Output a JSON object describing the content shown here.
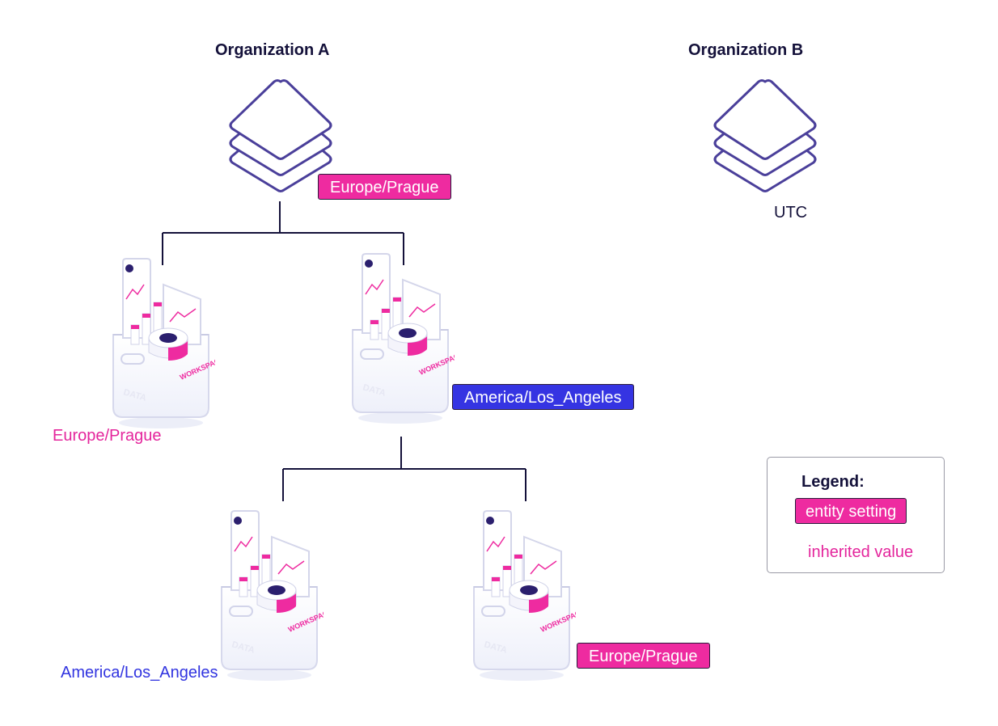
{
  "org_a": {
    "title": "Organization A",
    "timezone_setting": "Europe/Prague"
  },
  "org_b": {
    "title": "Organization B",
    "timezone_inherited": "UTC"
  },
  "workspaces": {
    "left": {
      "icon_label": "WORKSPACE",
      "timezone_inherited": "Europe/Prague"
    },
    "right": {
      "icon_label": "WORKSPACE",
      "timezone_setting": "America/Los_Angeles"
    },
    "child_left": {
      "icon_label": "WORKSPACE",
      "timezone_inherited": "America/Los_Angeles"
    },
    "child_right": {
      "icon_label": "WORKSPACE",
      "timezone_setting": "Europe/Prague"
    }
  },
  "legend": {
    "title": "Legend:",
    "entity_setting": "entity setting",
    "inherited_value": "inherited value"
  },
  "colors": {
    "setting_pink": "#ee2ba0",
    "setting_blue": "#3534e2",
    "inherited_pink": "#e4259c",
    "inherited_blue": "#3134e0",
    "line": "#14113a",
    "stack_outline": "#4a3f9a"
  },
  "icons": {
    "organization": "layered-stack-icon",
    "workspace": "workspace-box-icon"
  }
}
